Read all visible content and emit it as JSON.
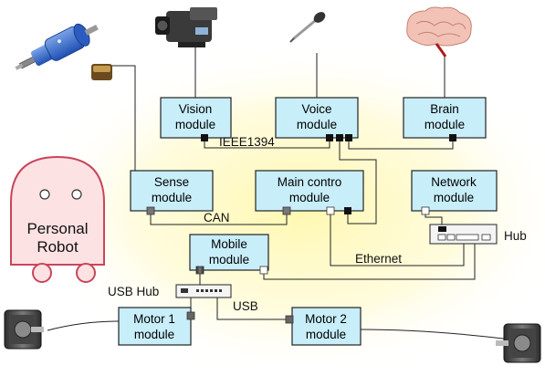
{
  "modules": {
    "vision": [
      "Vision",
      "module"
    ],
    "voice": [
      "Voice",
      "module"
    ],
    "brain": [
      "Brain",
      "module"
    ],
    "sense": [
      "Sense",
      "module"
    ],
    "main": [
      "Main contro",
      "module"
    ],
    "network": [
      "Network",
      "module"
    ],
    "mobile": [
      "Mobile",
      "module"
    ],
    "motor1": [
      "Motor 1",
      "module"
    ],
    "motor2": [
      "Motor 2",
      "module"
    ]
  },
  "robot": [
    "Personal",
    "Robot"
  ],
  "buses": {
    "ieee": "IEEE1394",
    "can": "CAN",
    "ethernet": "Ethernet",
    "usb": "USB",
    "usb_hub": "USB Hub",
    "hub": "Hub"
  },
  "icons": [
    "arm-gripper-icon",
    "sensor-icon",
    "camcorder-icon",
    "microphone-icon",
    "brain-icon",
    "stepper-motor-icon"
  ],
  "colors": {
    "module_fill": "#c8eefa",
    "glow": "#fff6a8",
    "robot_fill": "#fde2e4",
    "robot_stroke": "#c9455a"
  }
}
